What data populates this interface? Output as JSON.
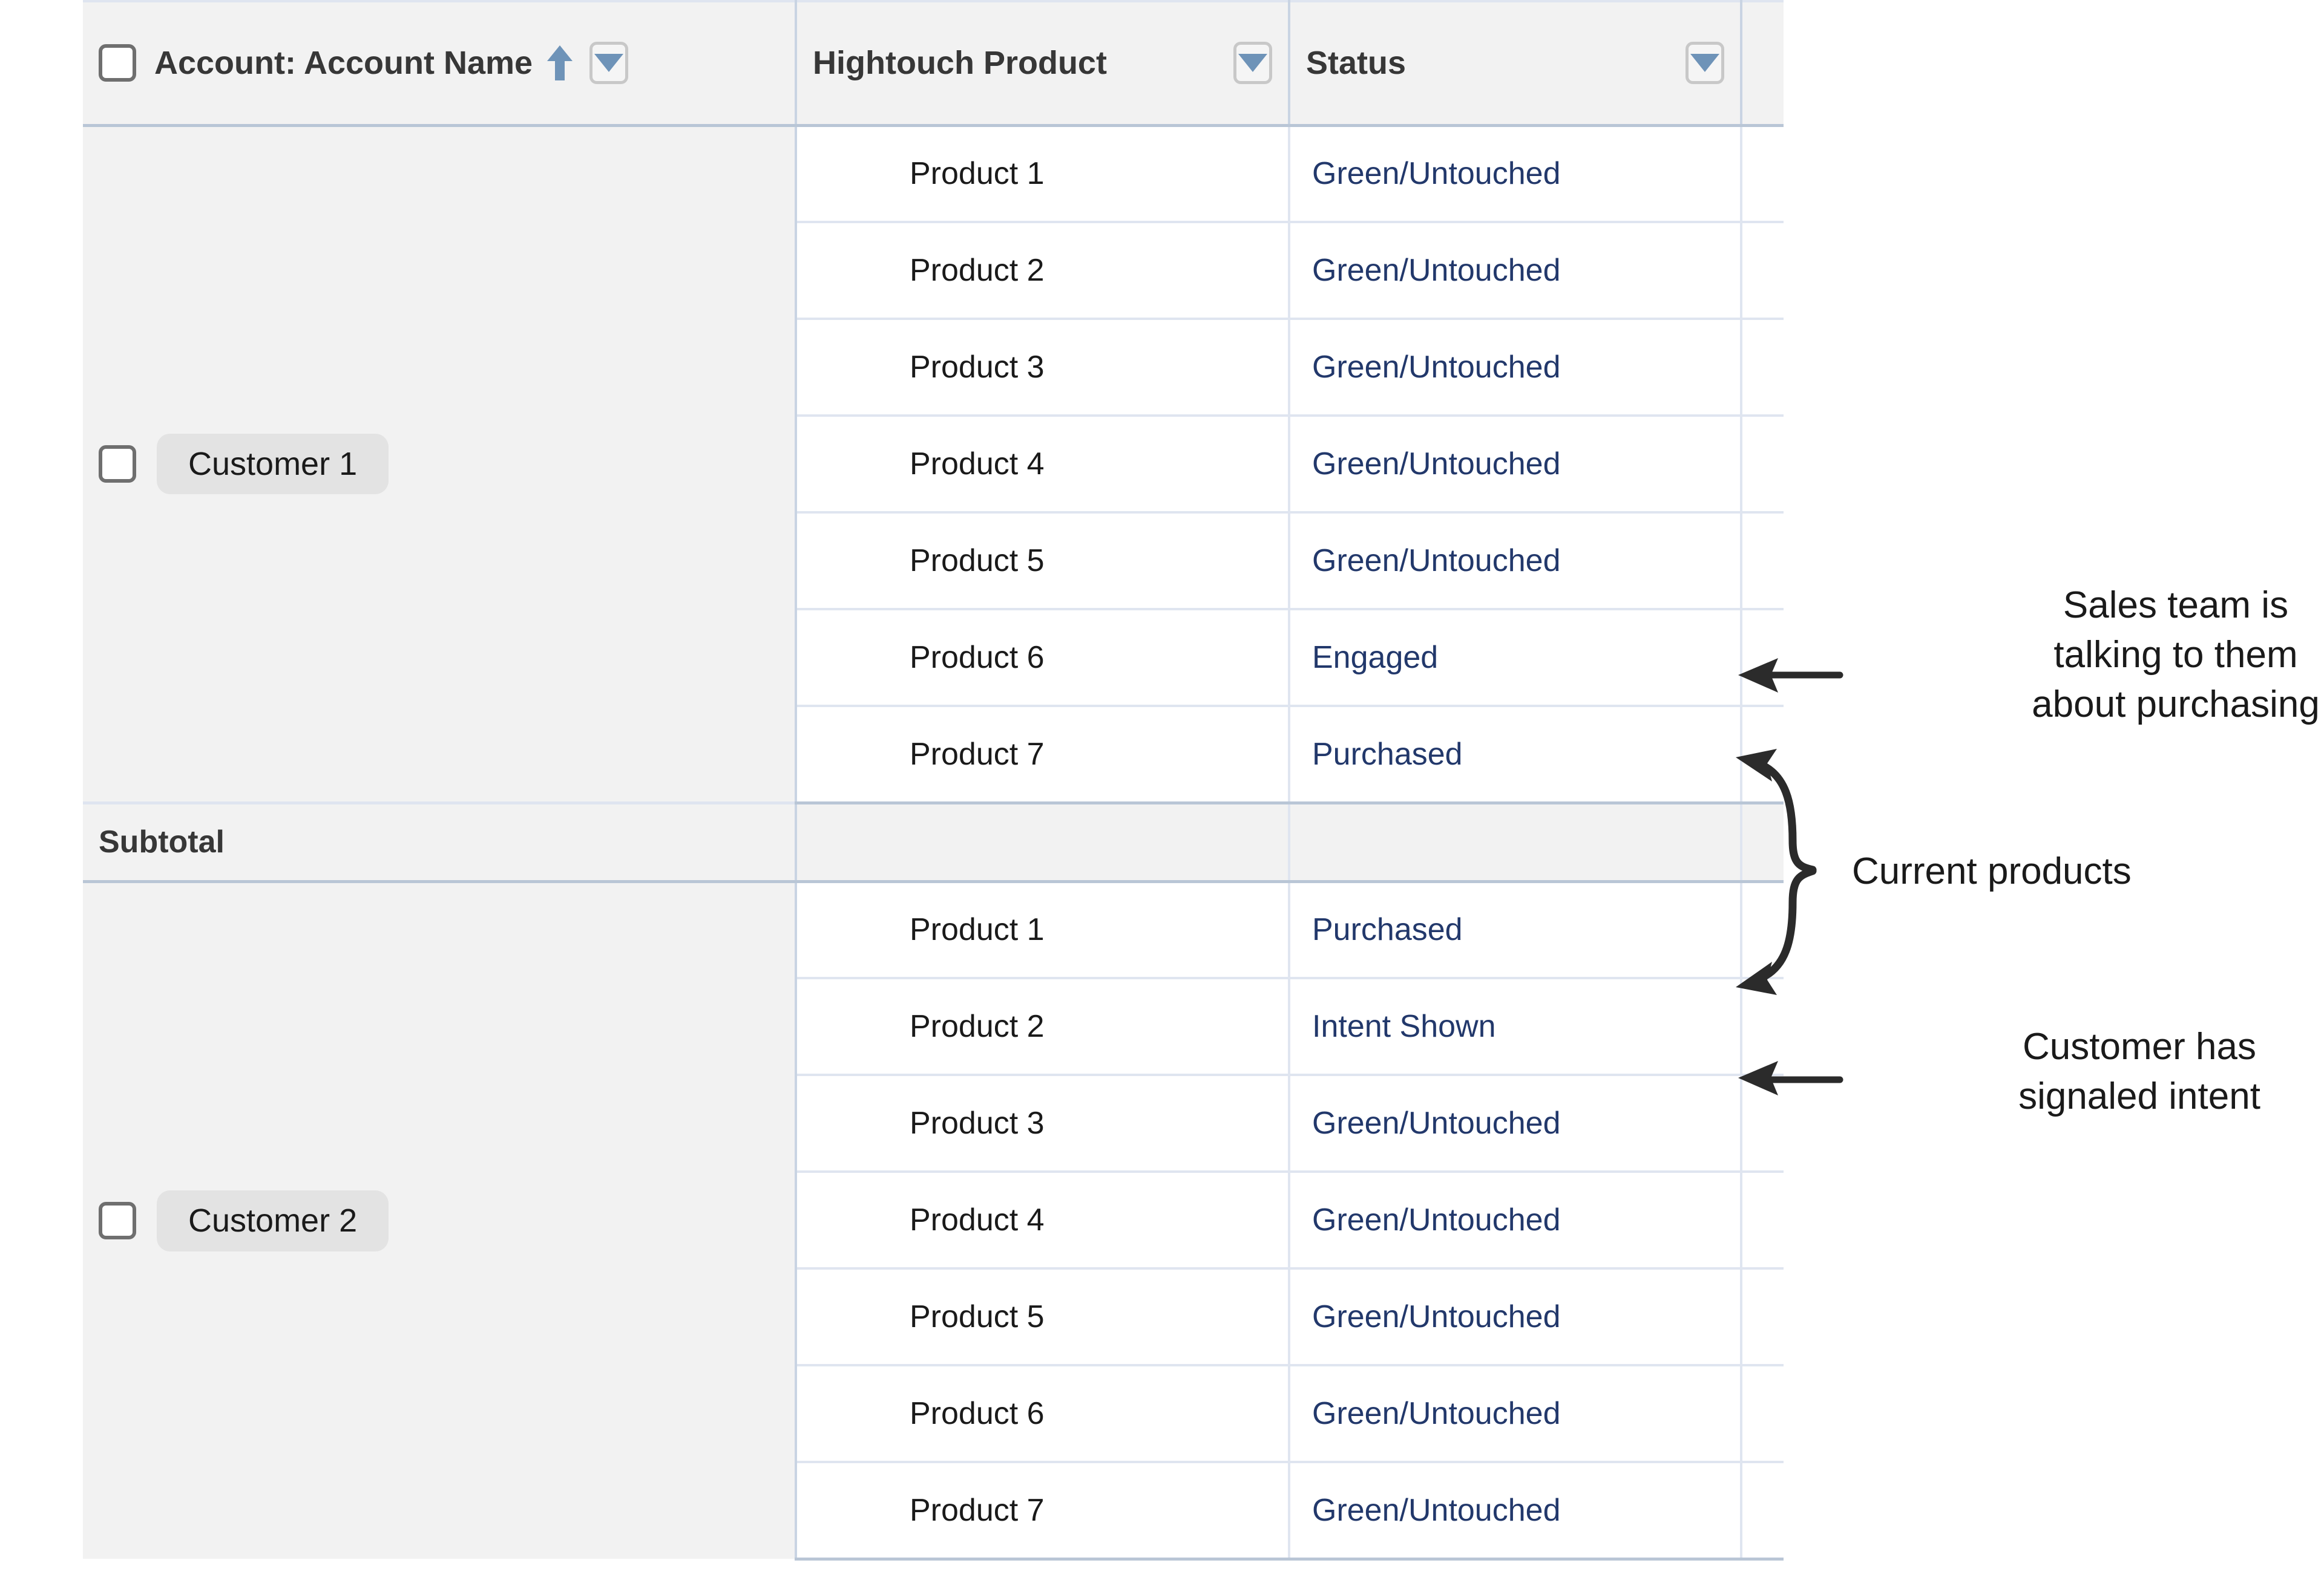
{
  "table": {
    "columns": [
      {
        "key": "account",
        "label": "Account: Account Name",
        "sort": "asc",
        "sort_icon": "arrow-up-icon",
        "filter_icon": "caret-down-icon"
      },
      {
        "key": "product",
        "label": "Hightouch Product",
        "filter_icon": "caret-down-icon"
      },
      {
        "key": "status",
        "label": "Status",
        "filter_icon": "caret-down-icon"
      }
    ],
    "subtotal_label": "Subtotal",
    "status_color": "#22386b",
    "accent_color": "#6e93b8",
    "groups": [
      {
        "account": "Customer 1",
        "checked": false,
        "rows": [
          {
            "product": "Product 1",
            "status": "Green/Untouched"
          },
          {
            "product": "Product 2",
            "status": "Green/Untouched"
          },
          {
            "product": "Product 3",
            "status": "Green/Untouched"
          },
          {
            "product": "Product 4",
            "status": "Green/Untouched"
          },
          {
            "product": "Product 5",
            "status": "Green/Untouched"
          },
          {
            "product": "Product 6",
            "status": "Engaged"
          },
          {
            "product": "Product 7",
            "status": "Purchased"
          }
        ],
        "has_subtotal": true
      },
      {
        "account": "Customer 2",
        "checked": false,
        "rows": [
          {
            "product": "Product 1",
            "status": "Purchased"
          },
          {
            "product": "Product 2",
            "status": "Intent Shown"
          },
          {
            "product": "Product 3",
            "status": "Green/Untouched"
          },
          {
            "product": "Product 4",
            "status": "Green/Untouched"
          },
          {
            "product": "Product 5",
            "status": "Green/Untouched"
          },
          {
            "product": "Product 6",
            "status": "Green/Untouched"
          },
          {
            "product": "Product 7",
            "status": "Green/Untouched"
          }
        ],
        "has_subtotal": false
      }
    ]
  },
  "annotations": [
    {
      "id": "sales",
      "text": "Sales team is\ntalking to them\nabout purchasing",
      "arrow": "arrow-left-icon"
    },
    {
      "id": "current",
      "text": "Current products",
      "arrow": "brace-double-arrow-left-icon"
    },
    {
      "id": "intent",
      "text": "Customer has\nsignaled intent",
      "arrow": "arrow-left-icon"
    }
  ]
}
